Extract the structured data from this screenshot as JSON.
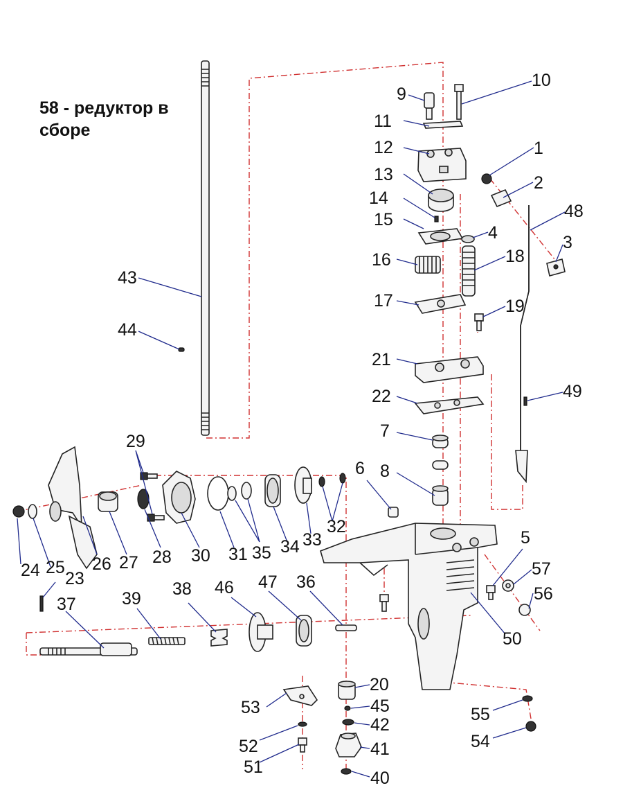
{
  "title": {
    "line1": "58 - редуктор в",
    "line2": "сборе"
  },
  "callouts": [
    {
      "id": "c1",
      "text": "1"
    },
    {
      "id": "c2",
      "text": "2"
    },
    {
      "id": "c3",
      "text": "3"
    },
    {
      "id": "c4",
      "text": "4"
    },
    {
      "id": "c5",
      "text": "5"
    },
    {
      "id": "c6",
      "text": "6"
    },
    {
      "id": "c7",
      "text": "7"
    },
    {
      "id": "c8",
      "text": "8"
    },
    {
      "id": "c9",
      "text": "9"
    },
    {
      "id": "c10",
      "text": "10"
    },
    {
      "id": "c11",
      "text": "11"
    },
    {
      "id": "c12",
      "text": "12"
    },
    {
      "id": "c13",
      "text": "13"
    },
    {
      "id": "c14",
      "text": "14"
    },
    {
      "id": "c15",
      "text": "15"
    },
    {
      "id": "c16",
      "text": "16"
    },
    {
      "id": "c17",
      "text": "17"
    },
    {
      "id": "c18",
      "text": "18"
    },
    {
      "id": "c19",
      "text": "19"
    },
    {
      "id": "c20",
      "text": "20"
    },
    {
      "id": "c21",
      "text": "21"
    },
    {
      "id": "c22",
      "text": "22"
    },
    {
      "id": "c23",
      "text": "23"
    },
    {
      "id": "c24",
      "text": "24"
    },
    {
      "id": "c25",
      "text": "25"
    },
    {
      "id": "c26",
      "text": "26"
    },
    {
      "id": "c27",
      "text": "27"
    },
    {
      "id": "c28",
      "text": "28"
    },
    {
      "id": "c29",
      "text": "29"
    },
    {
      "id": "c30",
      "text": "30"
    },
    {
      "id": "c31",
      "text": "31"
    },
    {
      "id": "c32",
      "text": "32"
    },
    {
      "id": "c33",
      "text": "33"
    },
    {
      "id": "c34",
      "text": "34"
    },
    {
      "id": "c35",
      "text": "35"
    },
    {
      "id": "c36",
      "text": "36"
    },
    {
      "id": "c37",
      "text": "37"
    },
    {
      "id": "c38",
      "text": "38"
    },
    {
      "id": "c39",
      "text": "39"
    },
    {
      "id": "c40",
      "text": "40"
    },
    {
      "id": "c41",
      "text": "41"
    },
    {
      "id": "c42",
      "text": "42"
    },
    {
      "id": "c43",
      "text": "43"
    },
    {
      "id": "c44",
      "text": "44"
    },
    {
      "id": "c45",
      "text": "45"
    },
    {
      "id": "c46",
      "text": "46"
    },
    {
      "id": "c47",
      "text": "47"
    },
    {
      "id": "c48",
      "text": "48"
    },
    {
      "id": "c49",
      "text": "49"
    },
    {
      "id": "c50",
      "text": "50"
    },
    {
      "id": "c51",
      "text": "51"
    },
    {
      "id": "c52",
      "text": "52"
    },
    {
      "id": "c53",
      "text": "53"
    },
    {
      "id": "c54",
      "text": "54"
    },
    {
      "id": "c55",
      "text": "55"
    },
    {
      "id": "c56",
      "text": "56"
    },
    {
      "id": "c57",
      "text": "57"
    }
  ],
  "colors": {
    "leader": "#1f2a8c",
    "assembly_line": "#d03030",
    "outline": "#222222"
  }
}
